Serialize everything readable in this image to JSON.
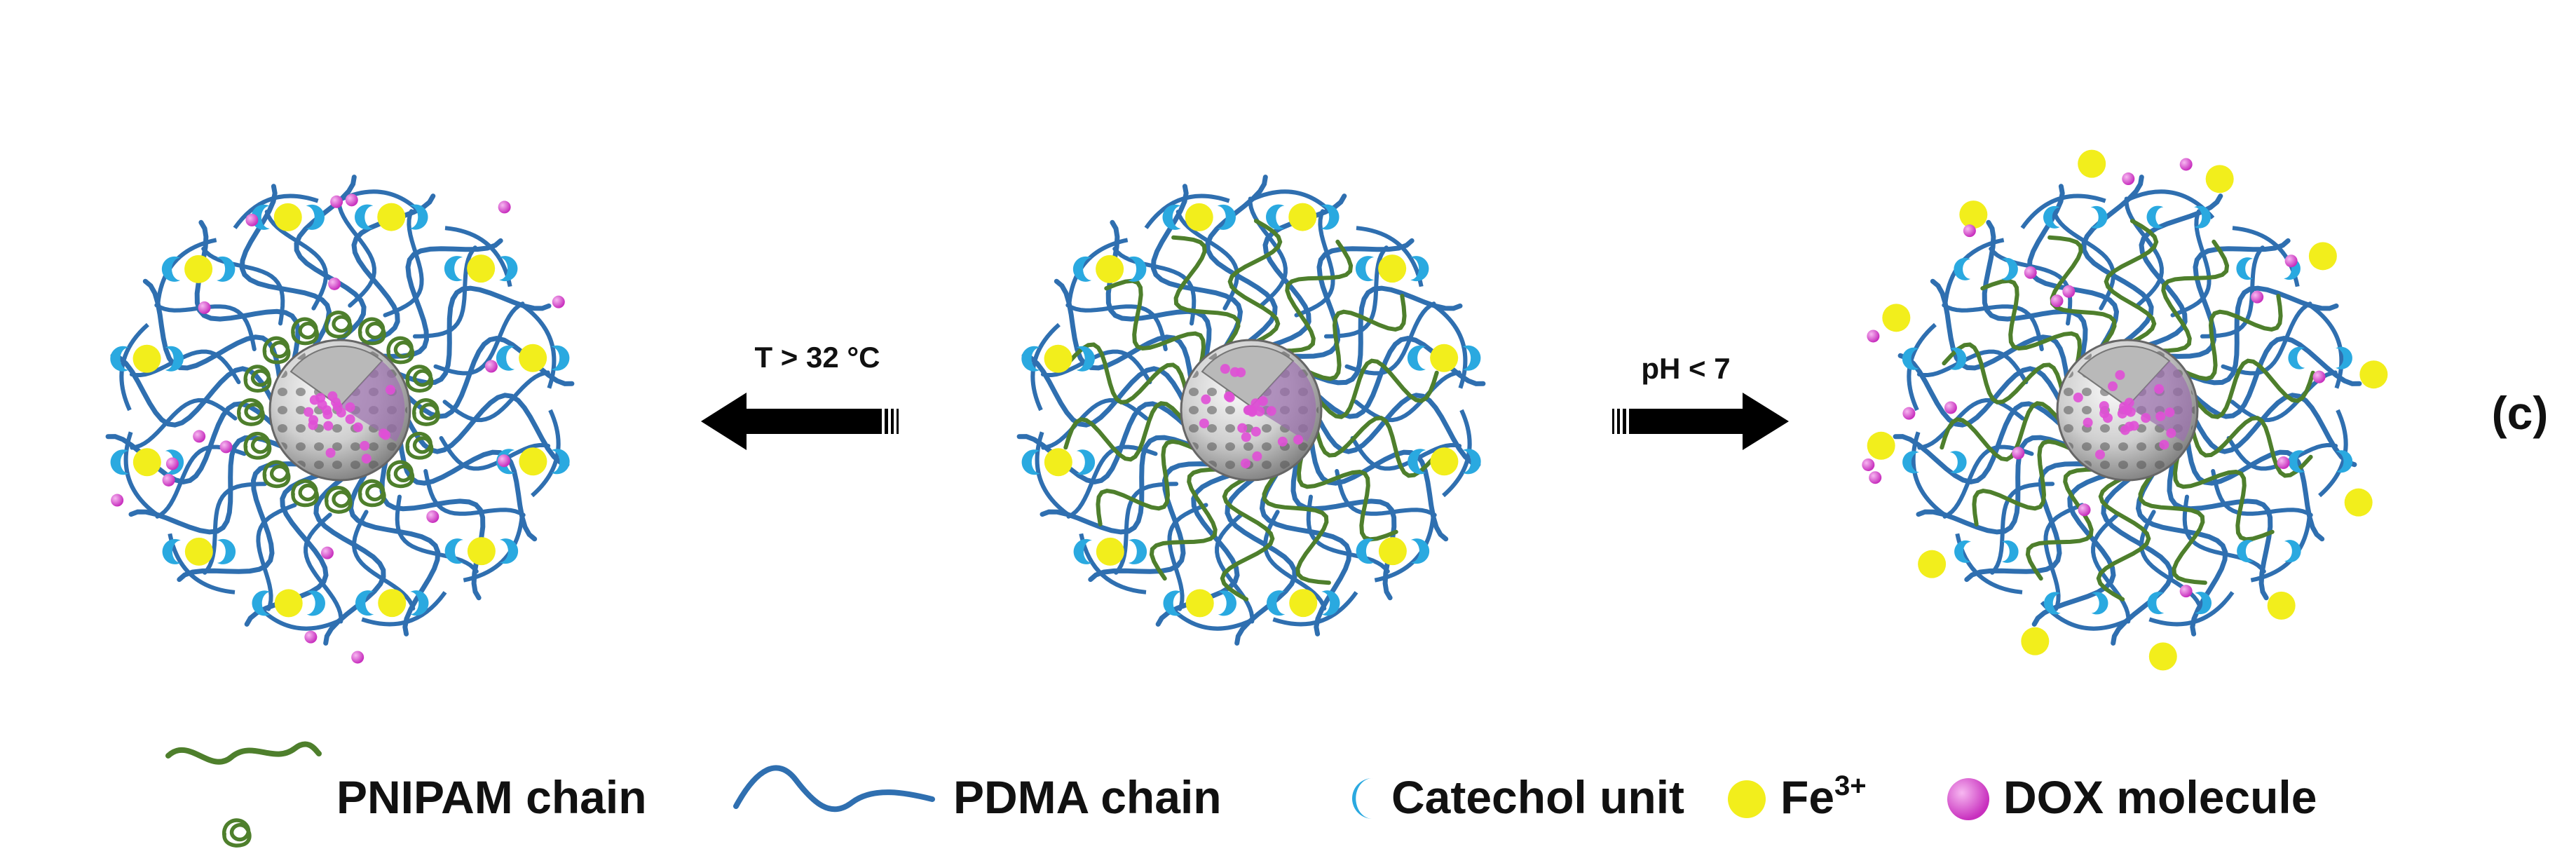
{
  "panel_label": "(c)",
  "arrows": {
    "left": {
      "label": "T > 32 °C"
    },
    "right": {
      "label": "pH < 7"
    }
  },
  "legend": {
    "pnipam": "PNIPAM chain",
    "pdma": "PDMA chain",
    "catechol": "Catechol unit",
    "fe_base": "Fe",
    "fe_sup": "3+",
    "dox": "DOX molecule"
  },
  "colors": {
    "pdma": "#2f6fb0",
    "pnipam": "#4e7f2c",
    "catechol": "#2aa9e0",
    "fe": "#f2ee1c",
    "dox": "#e04fd6",
    "arrow": "#000000"
  }
}
